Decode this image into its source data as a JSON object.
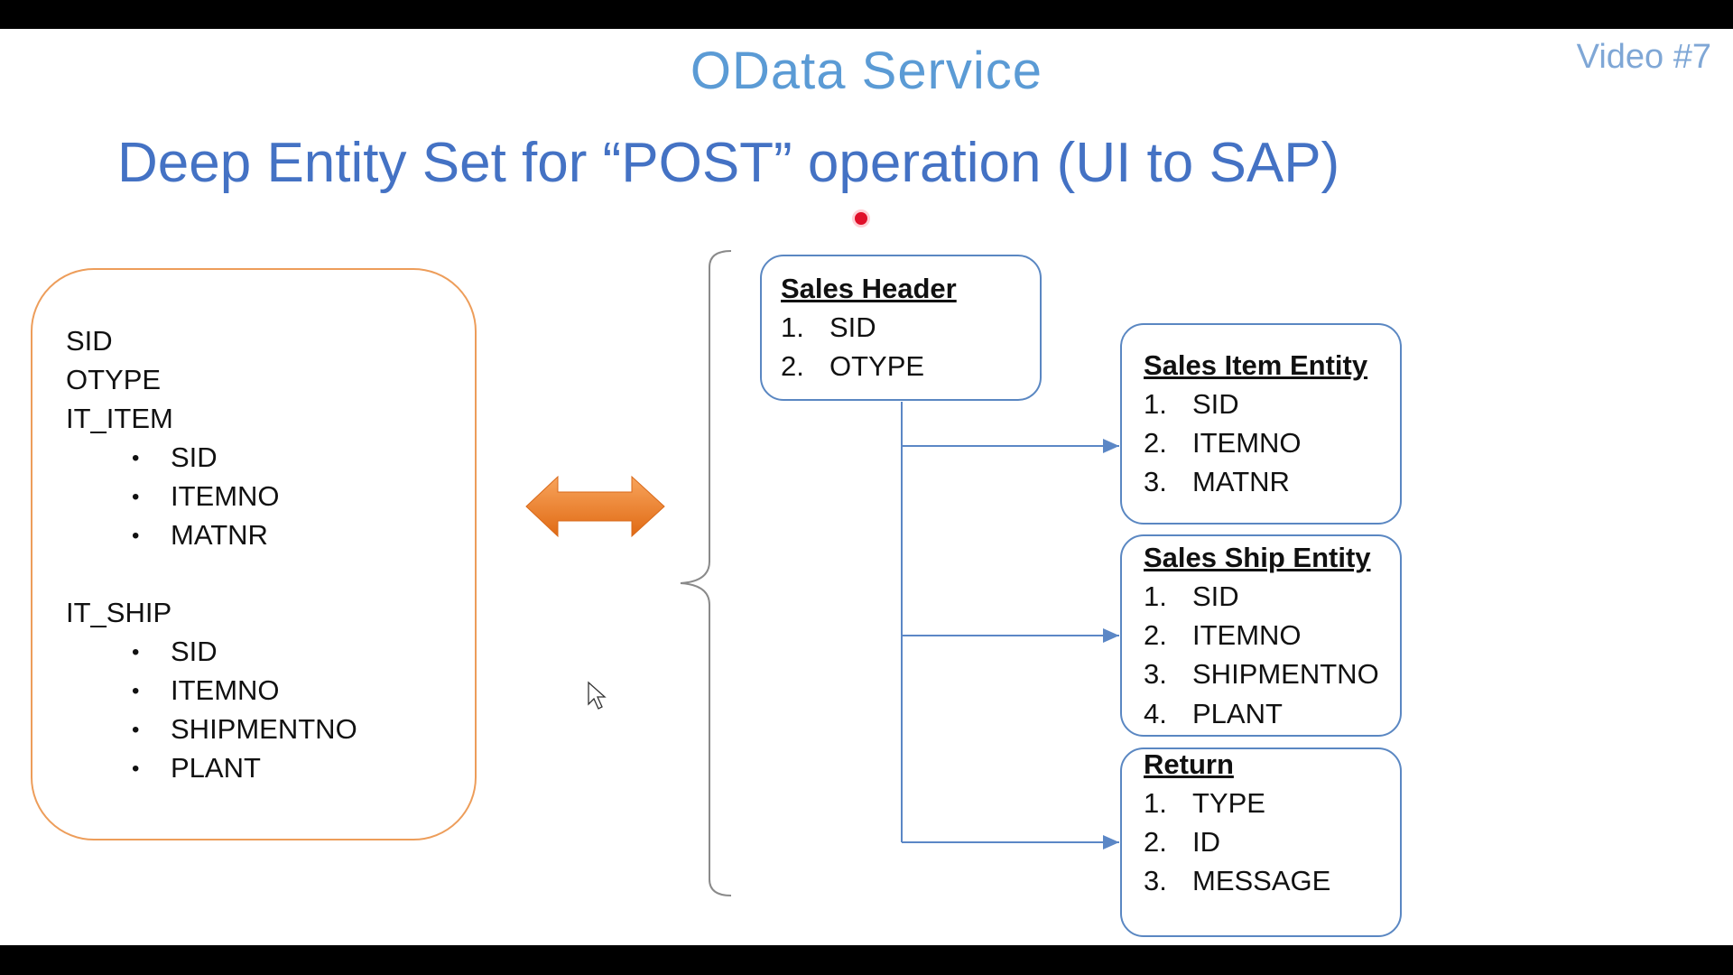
{
  "header": {
    "subtitle": "OData Service",
    "video_tag": "Video #7"
  },
  "main_title": "Deep Entity Set for “POST” operation (UI to SAP)",
  "payload": {
    "fields": [
      "SID",
      "OTYPE"
    ],
    "it_item": {
      "label": "IT_ITEM",
      "items": [
        "SID",
        "ITEMNO",
        "MATNR"
      ]
    },
    "it_ship": {
      "label": "IT_SHIP",
      "items": [
        "SID",
        "ITEMNO",
        "SHIPMENTNO",
        "PLANT"
      ]
    },
    "bullet": "•"
  },
  "entities": {
    "header": {
      "title": "Sales Header",
      "items": [
        {
          "n": "1.",
          "v": "SID"
        },
        {
          "n": "2.",
          "v": "OTYPE"
        }
      ]
    },
    "item": {
      "title": "Sales Item Entity",
      "items": [
        {
          "n": "1.",
          "v": "SID"
        },
        {
          "n": "2.",
          "v": "ITEMNO"
        },
        {
          "n": "3.",
          "v": "MATNR"
        }
      ]
    },
    "ship": {
      "title": "Sales Ship Entity",
      "items": [
        {
          "n": "1.",
          "v": "SID"
        },
        {
          "n": "2.",
          "v": "ITEMNO"
        },
        {
          "n": "3.",
          "v": "SHIPMENTNO"
        },
        {
          "n": "4.",
          "v": "PLANT"
        }
      ]
    },
    "return": {
      "title": "Return",
      "items": [
        {
          "n": "1.",
          "v": "TYPE"
        },
        {
          "n": "2.",
          "v": "ID"
        },
        {
          "n": "3.",
          "v": "MESSAGE"
        }
      ]
    }
  },
  "colors": {
    "title_blue": "#4472c4",
    "subtitle_blue": "#5b9bd5",
    "orange_border": "#ed9d5a",
    "arrow_orange": "#f07f28",
    "box_blue": "#5a87c2",
    "connector": "#5b87c6"
  }
}
